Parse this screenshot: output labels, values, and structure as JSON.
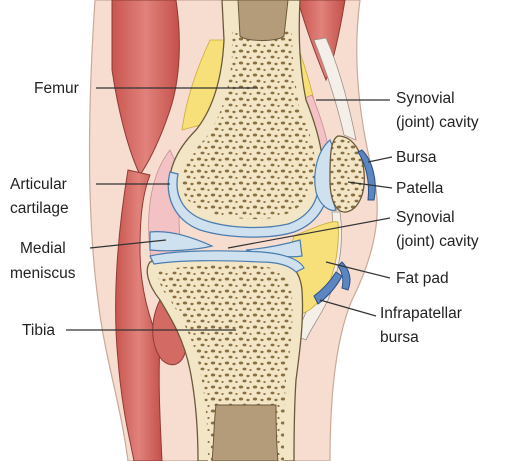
{
  "labels": {
    "femur": "Femur",
    "articular_cartilage_1": "Articular",
    "articular_cartilage_2": "cartilage",
    "medial_meniscus_1": "Medial",
    "medial_meniscus_2": "meniscus",
    "tibia": "Tibia",
    "synovial_upper_1": "Synovial",
    "synovial_upper_2": "(joint) cavity",
    "bursa": "Bursa",
    "patella": "Patella",
    "synovial_lower_1": "Synovial",
    "synovial_lower_2": "(joint) cavity",
    "fat_pad": "Fat pad",
    "infrapatellar_bursa_1": "Infrapatellar",
    "infrapatellar_bursa_2": "bursa"
  },
  "colors": {
    "bone": "#f2e6c6",
    "bone_pore": "#8a6f3f",
    "cartilage": "#cfe0ee",
    "cartilage_edge": "#4a7db0",
    "muscle": "#d8706a",
    "muscle_dark": "#b94f4a",
    "fat": "#f7e07a",
    "synovium": "#f3c2c4",
    "skin": "#f6ddd0",
    "bursa": "#5b86c2",
    "tendon": "#f4efe8",
    "outline": "#555555"
  }
}
